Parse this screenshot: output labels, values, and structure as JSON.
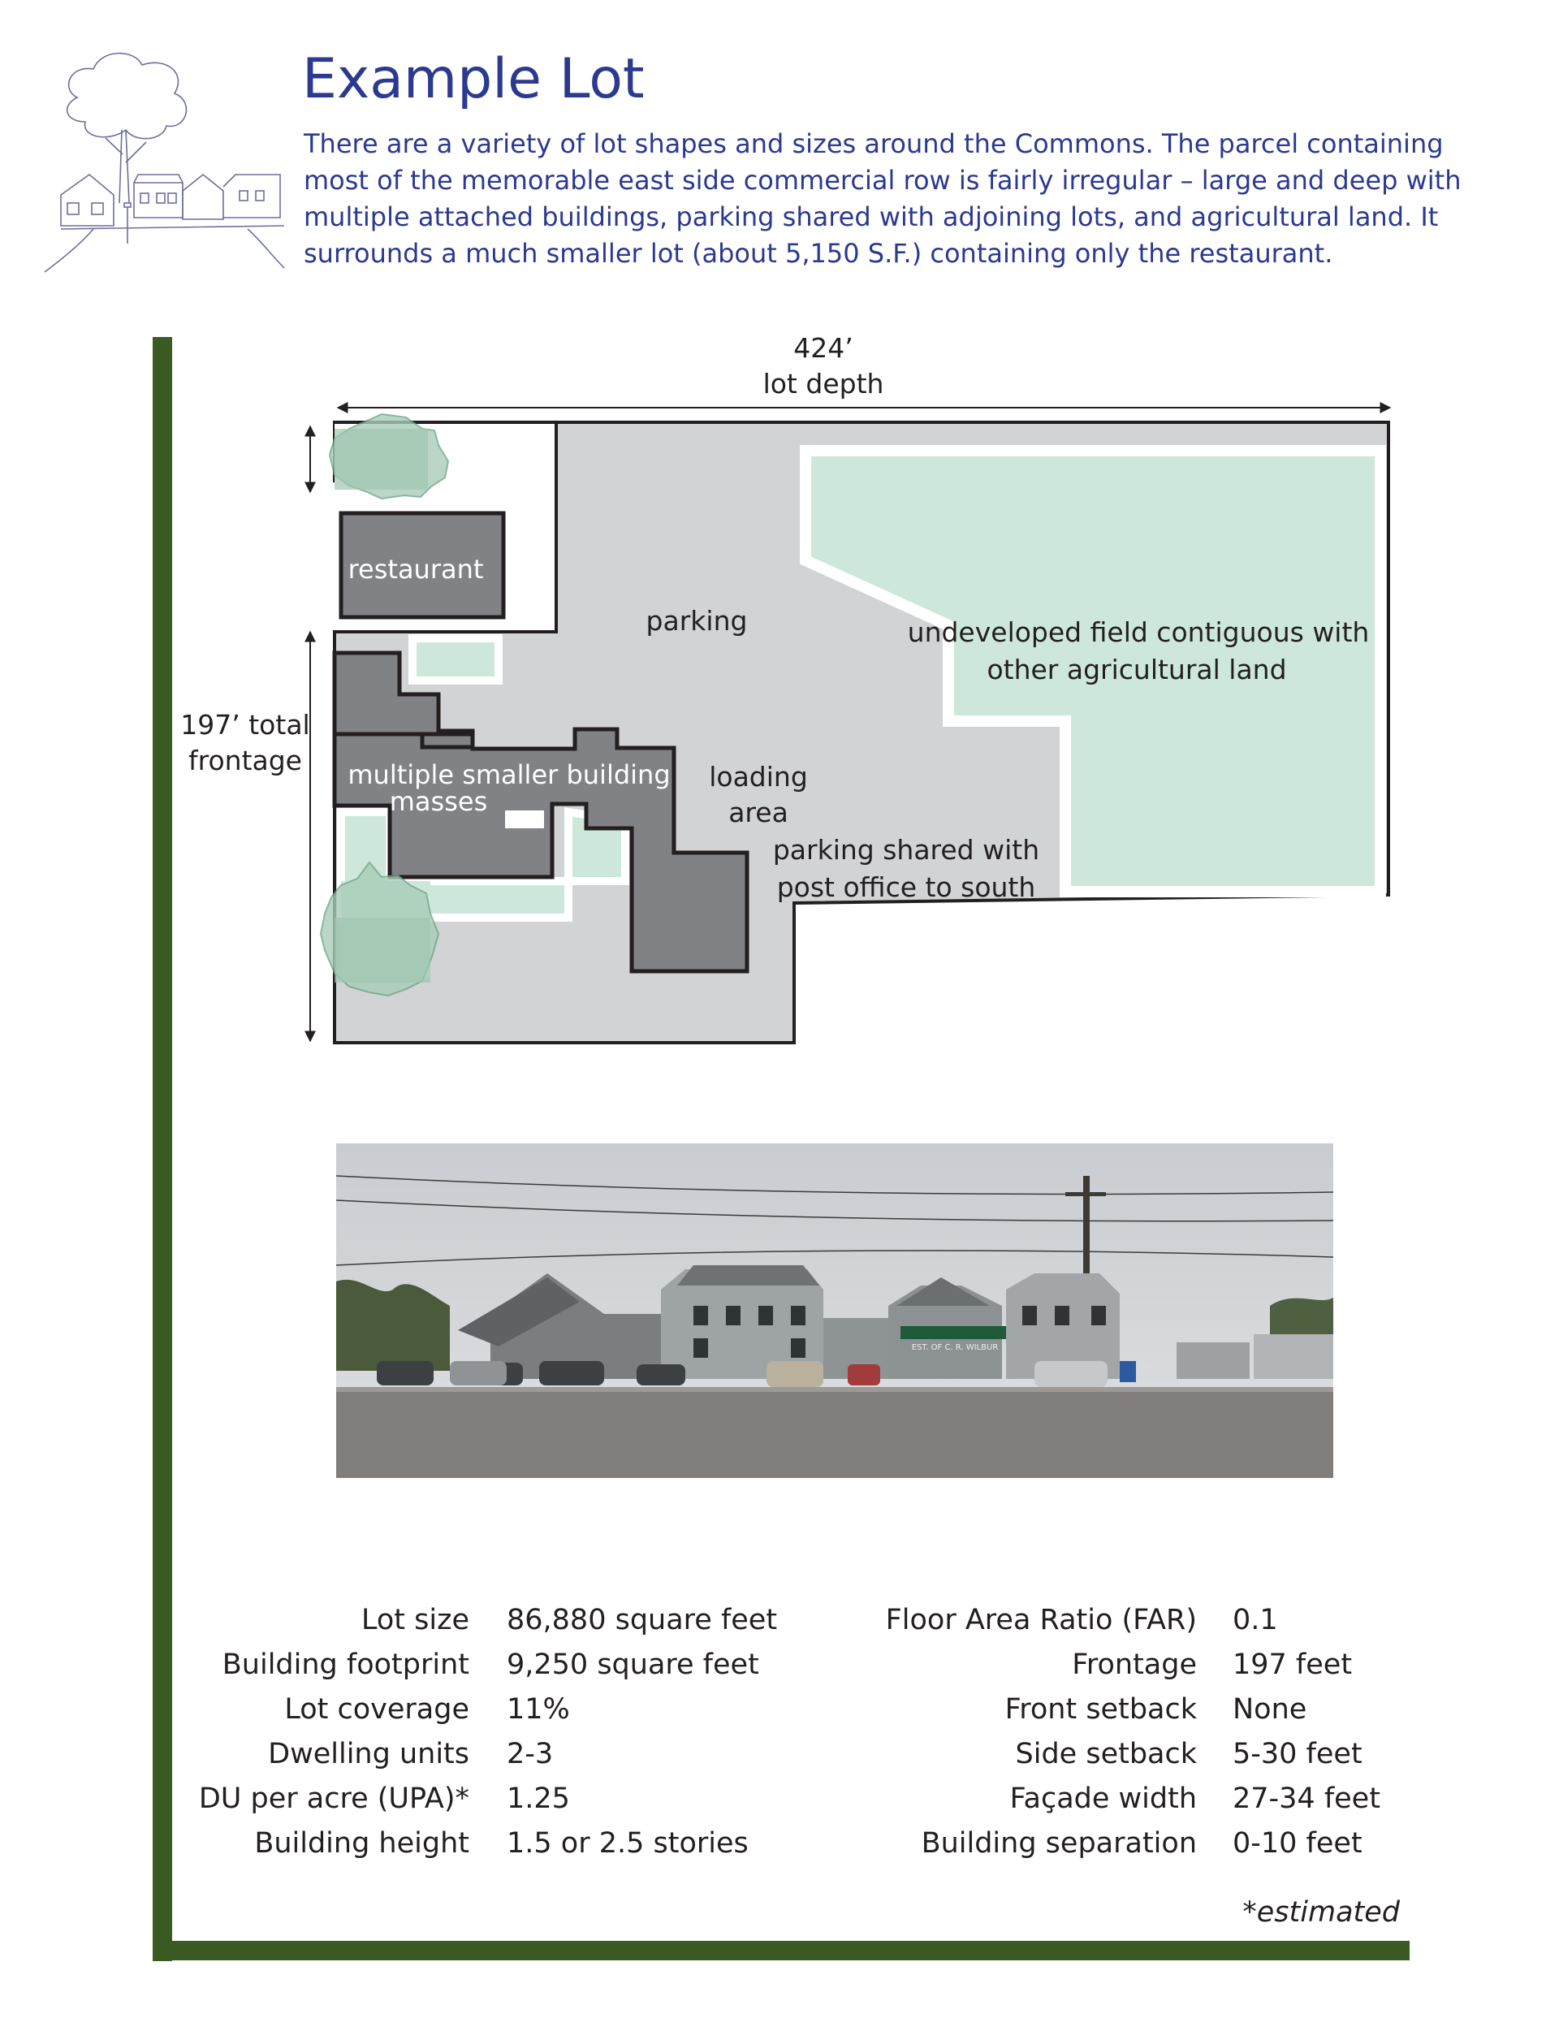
{
  "header": {
    "title": "Example Lot",
    "intro": "There are a variety of lot shapes and sizes around the Commons. The parcel containing most of the memorable east side commercial row is fairly irregular – large and deep with multiple attached buildings, parking shared with adjoining lots, and agricultural land. It surrounds a much smaller lot (about 5,150 S.F.) containing only the restaurant."
  },
  "plan": {
    "depth_value": "424’",
    "depth_label": "lot depth",
    "frontage_line1": "197’ total",
    "frontage_line2": "frontage",
    "restaurant": "restaurant",
    "parking": "parking",
    "field_line1": "undeveloped field contiguous with",
    "field_line2": "other agricultural land",
    "buildings_line1": "multiple smaller building",
    "buildings_line2": "masses",
    "loading_line1": "loading",
    "loading_line2": "area",
    "shared_line1": "parking shared with",
    "shared_line2": "post office to south",
    "colors": {
      "building": "#808285",
      "paving": "#d1d3d4",
      "green": "#cde8da",
      "tree": "#a8cdb8",
      "frame": "#3a5a22"
    }
  },
  "stats": {
    "left": [
      {
        "label": "Lot size",
        "value": "86,880 square feet"
      },
      {
        "label": "Building footprint",
        "value": "9,250 square feet"
      },
      {
        "label": "Lot coverage",
        "value": "11%"
      },
      {
        "label": "Dwelling units",
        "value": "2-3"
      },
      {
        "label": "DU per acre (UPA)*",
        "value": "1.25"
      },
      {
        "label": "Building height",
        "value": "1.5 or 2.5 stories"
      }
    ],
    "right": [
      {
        "label": "Floor Area Ratio (FAR)",
        "value": "0.1"
      },
      {
        "label": "Frontage",
        "value": "197 feet"
      },
      {
        "label": "Front setback",
        "value": "None"
      },
      {
        "label": "Side setback",
        "value": "5-30 feet"
      },
      {
        "label": "Façade width",
        "value": "27-34 feet"
      },
      {
        "label": "Building separation",
        "value": "0-10 feet"
      }
    ],
    "footnote": "*estimated"
  },
  "photo": {
    "sign_text": "EST. OF C. R. WILBUR"
  }
}
